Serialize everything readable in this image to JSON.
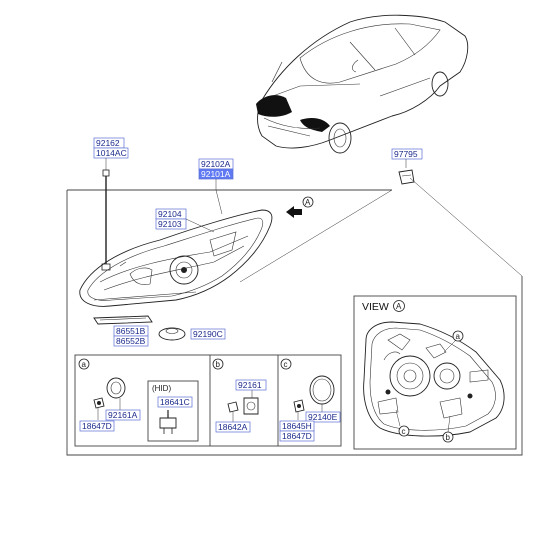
{
  "view_label": "VIEW",
  "view_letter": "A",
  "callouts": {
    "a": "a",
    "b": "b",
    "c": "c",
    "A": "A"
  },
  "sections": {
    "a": "a",
    "b": "b",
    "c": "c",
    "hid": "(HID)"
  },
  "parts": {
    "p92162": "92162",
    "p1014AC": "1014AC",
    "p92102A": "92102A",
    "p92101A": "92101A",
    "p97795": "97795",
    "p92104": "92104",
    "p92103": "92103",
    "p86551B": "86551B",
    "p86552B": "86552B",
    "p92190C": "92190C",
    "p92161A": "92161A",
    "p18647D_a": "18647D",
    "p18641C": "18641C",
    "p92161": "92161",
    "p18642A": "18642A",
    "p92140E": "92140E",
    "p18645H": "18645H",
    "p18647D_c": "18647D"
  }
}
